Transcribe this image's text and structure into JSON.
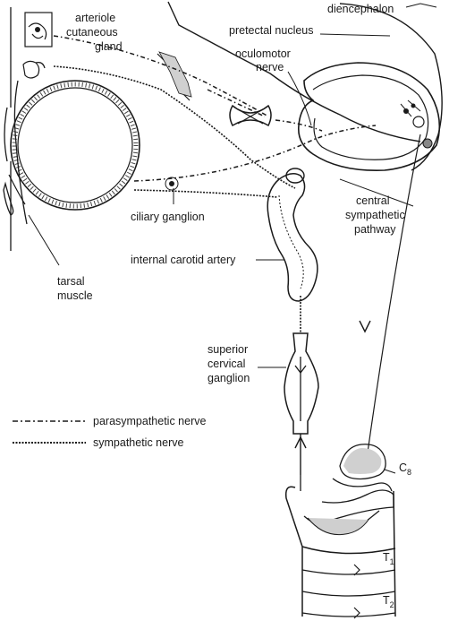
{
  "labels": {
    "diencephalon": "diencephalon",
    "arteriole": "arteriole",
    "cutaneous": "cutaneous",
    "gland": "gland",
    "pretectal_nucleus": "pretectal nucleus",
    "oculomotor": "oculomotor",
    "nerve": "nerve",
    "central": "central",
    "sympathetic": "sympathetic",
    "pathway": "pathway",
    "ciliary_ganglion": "ciliary ganglion",
    "internal_carotid_artery": "internal carotid artery",
    "tarsal": "tarsal",
    "muscle": "muscle",
    "superior": "superior",
    "cervical": "cervical",
    "ganglion": "ganglion",
    "c8_base": "C",
    "c8_sub": "8",
    "t1_base": "T",
    "t1_sub": "1",
    "t2_base": "T",
    "t2_sub": "2"
  },
  "legend": {
    "parasympathetic": "parasympathetic nerve",
    "sympathetic": "sympathetic nerve"
  }
}
